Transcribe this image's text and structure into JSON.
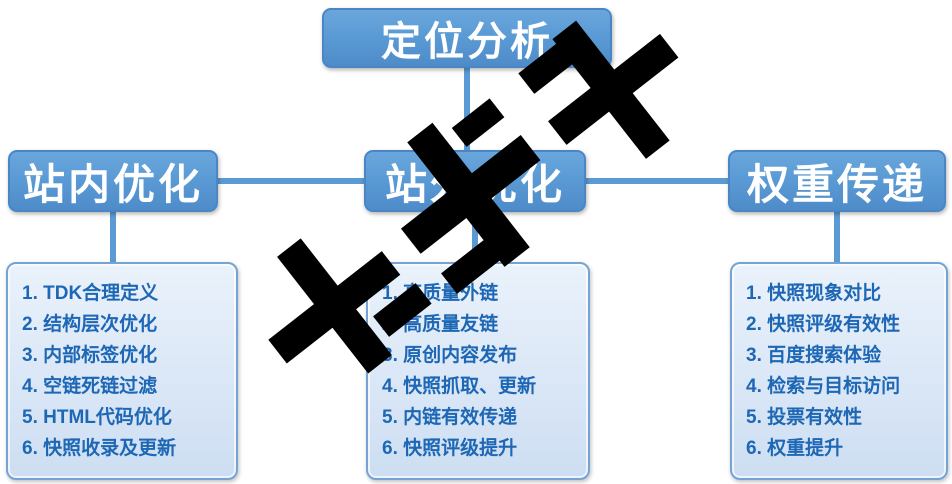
{
  "root": {
    "title": "定位分析"
  },
  "branches": [
    {
      "label": "站内优化",
      "items": [
        "1. TDK合理定义",
        "2. 结构层次优化",
        "3. 内部标签优化",
        "4. 空链死链过滤",
        "5. HTML代码优化",
        "6. 快照收录及更新"
      ]
    },
    {
      "label": "站外优化",
      "items": [
        "1. 高质量外链",
        "2. 高质量友链",
        "3. 原创内容发布",
        "4. 快照抓取、更新",
        "5. 内链有效传递",
        "6. 快照评级提升"
      ]
    },
    {
      "label": "权重传递",
      "items": [
        "1. 快照现象对比",
        "2. 快照评级有效性",
        "3. 百度搜索体验",
        "4. 检索与目标访问",
        "5. 投票有效性",
        "6. 权重提升"
      ]
    }
  ],
  "colors": {
    "node_blue": "#5b9bd5",
    "node_border": "#4a86c5",
    "connector": "#5b9bd5",
    "list_bg": "#d9e6f6",
    "list_border": "#76a3d6",
    "item_text": "#1d67b5",
    "watermark": "#000000"
  }
}
